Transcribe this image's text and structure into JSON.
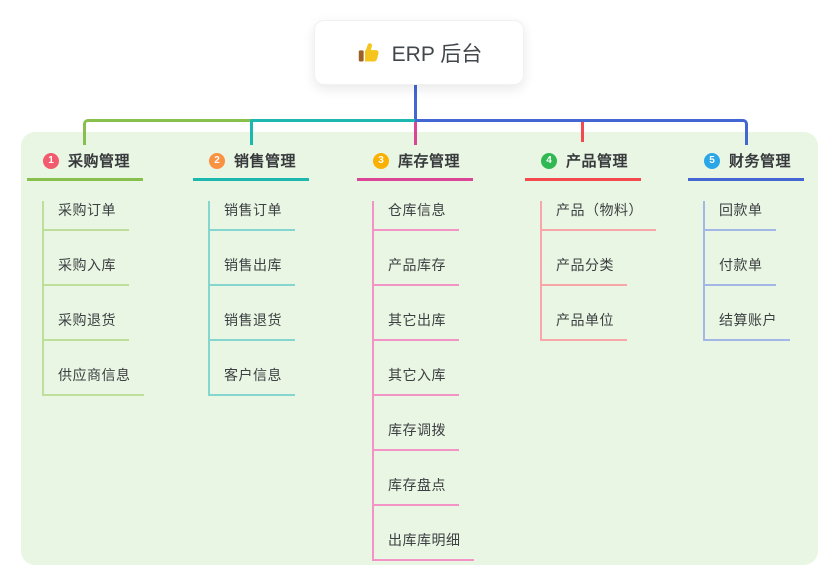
{
  "root": {
    "label": "ERP 后台",
    "icon": "thumbs-up"
  },
  "connector": {
    "trunk_color": "#4466d3"
  },
  "panel": {
    "background": "#e9f6e3"
  },
  "branches": [
    {
      "number": "1",
      "label": "采购管理",
      "badge_color": "#f25a6d",
      "line_color": "#87c04c",
      "child_line_color": "#bedf9b",
      "children": [
        "采购订单",
        "采购入库",
        "采购退货",
        "供应商信息"
      ]
    },
    {
      "number": "2",
      "label": "销售管理",
      "badge_color": "#fb9242",
      "line_color": "#1cb8b0",
      "child_line_color": "#84d6ce",
      "children": [
        "销售订单",
        "销售出库",
        "销售退货",
        "客户信息"
      ]
    },
    {
      "number": "3",
      "label": "库存管理",
      "badge_color": "#fbb004",
      "line_color": "#da4595",
      "child_line_color": "#f294c6",
      "children": [
        "仓库信息",
        "产品库存",
        "其它出库",
        "其它入库",
        "库存调拨",
        "库存盘点",
        "出库库明细"
      ]
    },
    {
      "number": "4",
      "label": "产品管理",
      "badge_color": "#30b953",
      "line_color": "#f4494f",
      "child_line_color": "#f9a6a8",
      "children": [
        "产品（物料）",
        "产品分类",
        "产品单位"
      ]
    },
    {
      "number": "5",
      "label": "财务管理",
      "badge_color": "#2ba7e8",
      "line_color": "#4466d3",
      "child_line_color": "#a2b7e6",
      "children": [
        "回款单",
        "付款单",
        "结算账户"
      ]
    }
  ]
}
